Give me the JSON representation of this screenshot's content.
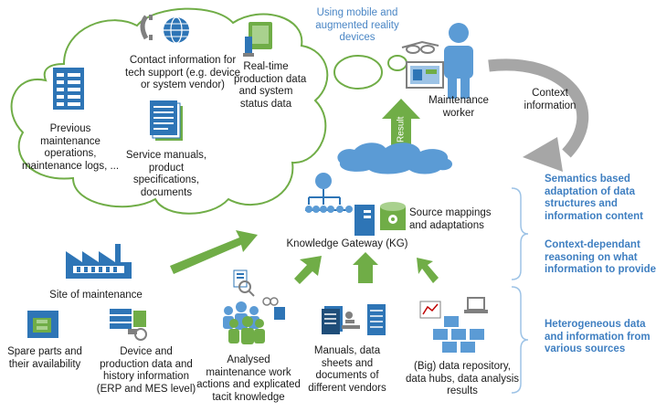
{
  "cloud_sources": {
    "contact": [
      "Contact information for",
      "tech support (e.g. device",
      "or system vendor)"
    ],
    "realtime": [
      "Real-time",
      "production data",
      "and system",
      "status data"
    ],
    "previous": [
      "Previous",
      "maintenance",
      "operations,",
      "maintenance logs, ..."
    ],
    "manuals": [
      "Service manuals,",
      "product",
      "specifications,",
      "documents"
    ]
  },
  "mobile_devices": [
    "Using mobile and",
    "augmented reality",
    "devices"
  ],
  "worker": [
    "Maintenance",
    "worker"
  ],
  "context": [
    "Context",
    "information"
  ],
  "result_label": "Result",
  "source_mappings": [
    "Source mappings",
    "and adaptations"
  ],
  "kg_label": "Knowledge Gateway (KG)",
  "right_panel": {
    "semantics": [
      "Semantics based",
      "adaptation of data",
      "structures and",
      "information content"
    ],
    "reasoning": [
      "Context-dependant",
      "reasoning on what",
      "information to provide"
    ],
    "heterogeneous": [
      "Heterogeneous data",
      "and information from",
      "various sources"
    ]
  },
  "site_label": "Site of maintenance",
  "spare_parts": [
    "Spare parts and",
    "their availability"
  ],
  "device_data": [
    "Device and",
    "production data and",
    "history information",
    "(ERP and MES level)"
  ],
  "analysed": [
    "Analysed",
    "maintenance work",
    "actions and explicated",
    "tacit knowledge"
  ],
  "vendor_manuals": [
    "Manuals, data",
    "sheets and",
    "documents of",
    "different vendors"
  ],
  "big_data": [
    "(Big) data repository,",
    "data hubs, data analysis",
    "results"
  ],
  "colors": {
    "accent_blue": "#4a86c5",
    "arrow_green": "#70ad47",
    "context_arrow": "#a6a6a6",
    "cloud_outline": "#70ad47",
    "brace": "#9dc3e6"
  },
  "icons": [
    "phone-icon",
    "globe-icon",
    "tablet-icon",
    "document-icon",
    "factory-icon",
    "worker-icon",
    "server-icon",
    "database-icon",
    "hierarchy-icon",
    "people-icon",
    "chart-icon",
    "laptop-icon",
    "sparepart-icon",
    "cd-icon"
  ]
}
